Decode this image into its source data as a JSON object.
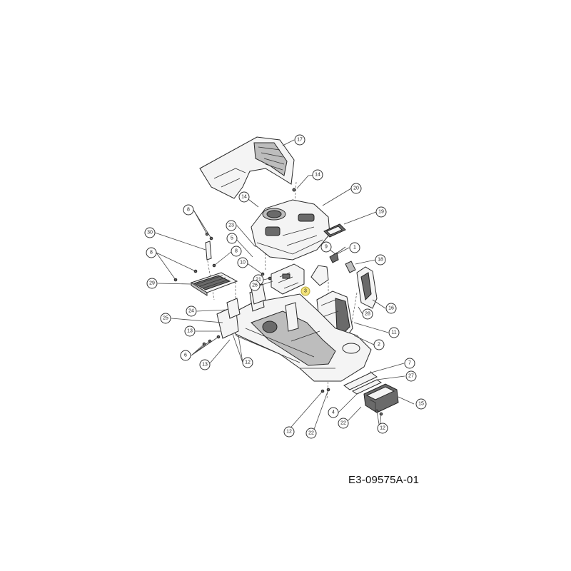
{
  "drawing_code": "E3-09575A-01",
  "callouts": [
    "17",
    "14",
    "20",
    "14",
    "19",
    "8",
    "30",
    "23",
    "5",
    "1",
    "9",
    "18",
    "8",
    "8",
    "10",
    "21",
    "29",
    "26",
    "3",
    "16",
    "28",
    "24",
    "25",
    "11",
    "13",
    "2",
    "6",
    "12",
    "13",
    "7",
    "27",
    "15",
    "4",
    "22",
    "12",
    "22",
    "12"
  ],
  "colors": {
    "line": "#2a2a2a",
    "highlight_callout": "#f2e27a"
  },
  "highlighted_callout": "3"
}
